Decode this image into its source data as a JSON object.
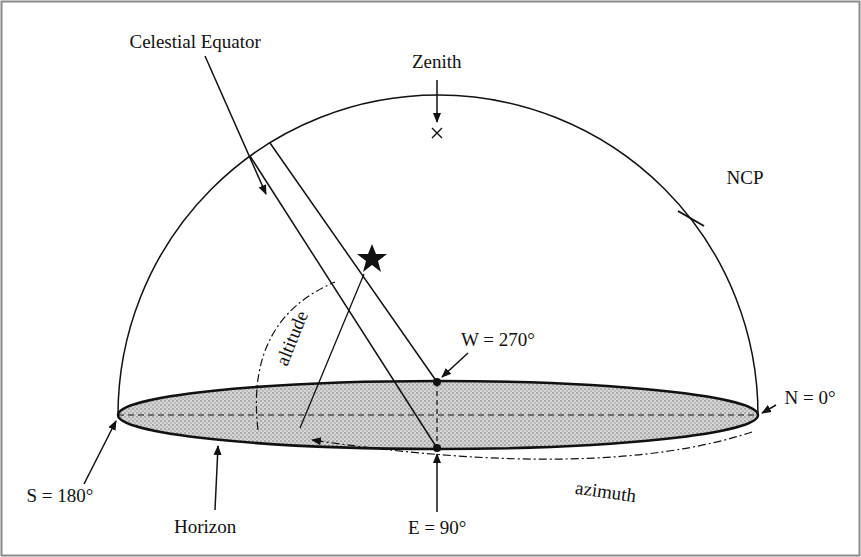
{
  "diagram": {
    "labels": [
      "Zenith",
      "Celestial Equator",
      "NCP",
      "W = 270°",
      "N = 0°",
      "S = 180°",
      "Horizon",
      "E = 90°",
      "azimuth",
      "altitude"
    ]
  }
}
